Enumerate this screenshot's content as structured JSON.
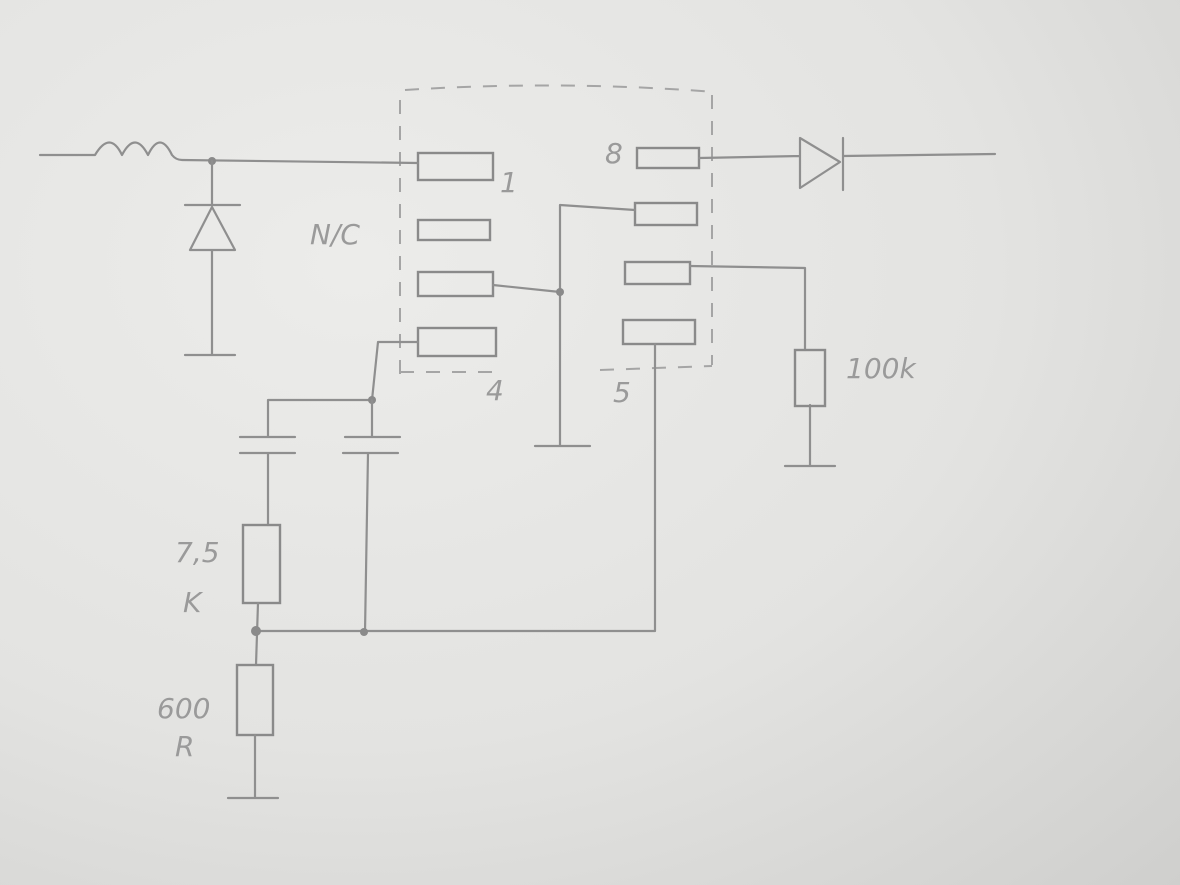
{
  "diagram": {
    "title": "",
    "pins": {
      "pin1": "1",
      "pin2": "N/C",
      "pin4": "4",
      "pin5": "5",
      "pin8": "8"
    },
    "components": {
      "r_top": {
        "value_line1": "7,5",
        "value_line2": "K"
      },
      "r_bottom": {
        "value_line1": "600",
        "value_line2": "R"
      },
      "r_pull": {
        "value": "100k"
      }
    },
    "colors": {
      "pencil": "#8f8f8f",
      "paper": "#e6e6e4"
    }
  }
}
